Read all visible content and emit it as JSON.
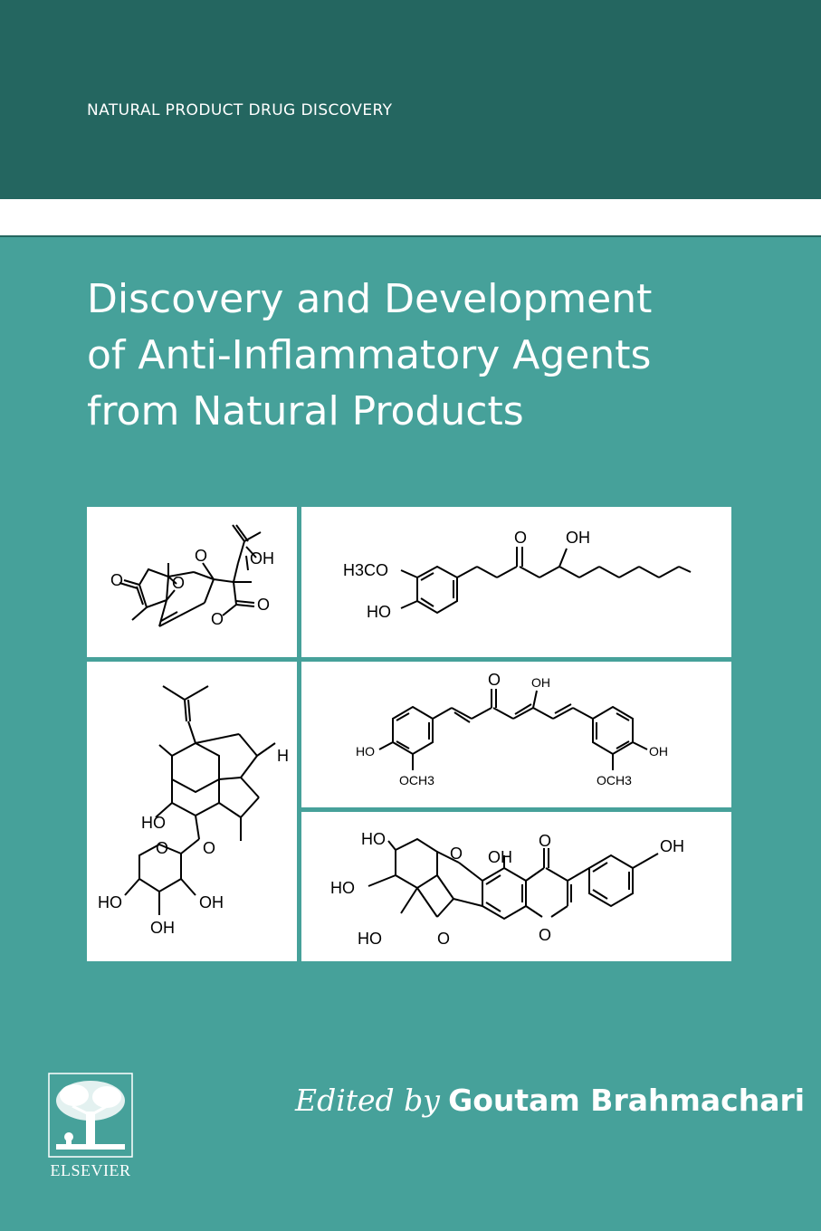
{
  "series": "NATURAL PRODUCT DRUG DISCOVERY",
  "title": {
    "line1": "Discovery and Development",
    "line2": "of Anti-Inflammatory Agents",
    "line3": "from Natural Products"
  },
  "credit": {
    "prefix": "Edited by",
    "name": "Goutam Brahmachari"
  },
  "publisher": "ELSEVIER",
  "structures": {
    "s1": {
      "o_left": "O",
      "o_bridge": "O",
      "o_top": "O",
      "oh": "OH",
      "o_lactone": "O",
      "o_carbonyl": "O"
    },
    "s2": {
      "h3co": "H3CO",
      "ho": "HO",
      "o_ketone": "O",
      "oh": "OH"
    },
    "s3": {
      "ho_left": "HO",
      "o_link": "O",
      "h": "H",
      "o_ring": "O",
      "ho_sugar": "HO",
      "oh_right": "OH",
      "oh_bottom": "OH"
    },
    "s4": {
      "o": "O",
      "oh": "OH",
      "ho_left": "HO",
      "och3_left": "OCH3",
      "och3_right": "OCH3",
      "oh_right": "OH"
    },
    "s5": {
      "ho_top": "HO",
      "ho_mid": "HO",
      "ho_bottom": "HO",
      "o_ring": "O",
      "o_furan": "O",
      "oh_phenol": "OH",
      "o_ketone": "O",
      "o_pyran": "O",
      "oh_right": "OH"
    }
  },
  "colors": {
    "band_dark": "#246660",
    "band_teal": "#46a19a",
    "text": "#ffffff"
  }
}
